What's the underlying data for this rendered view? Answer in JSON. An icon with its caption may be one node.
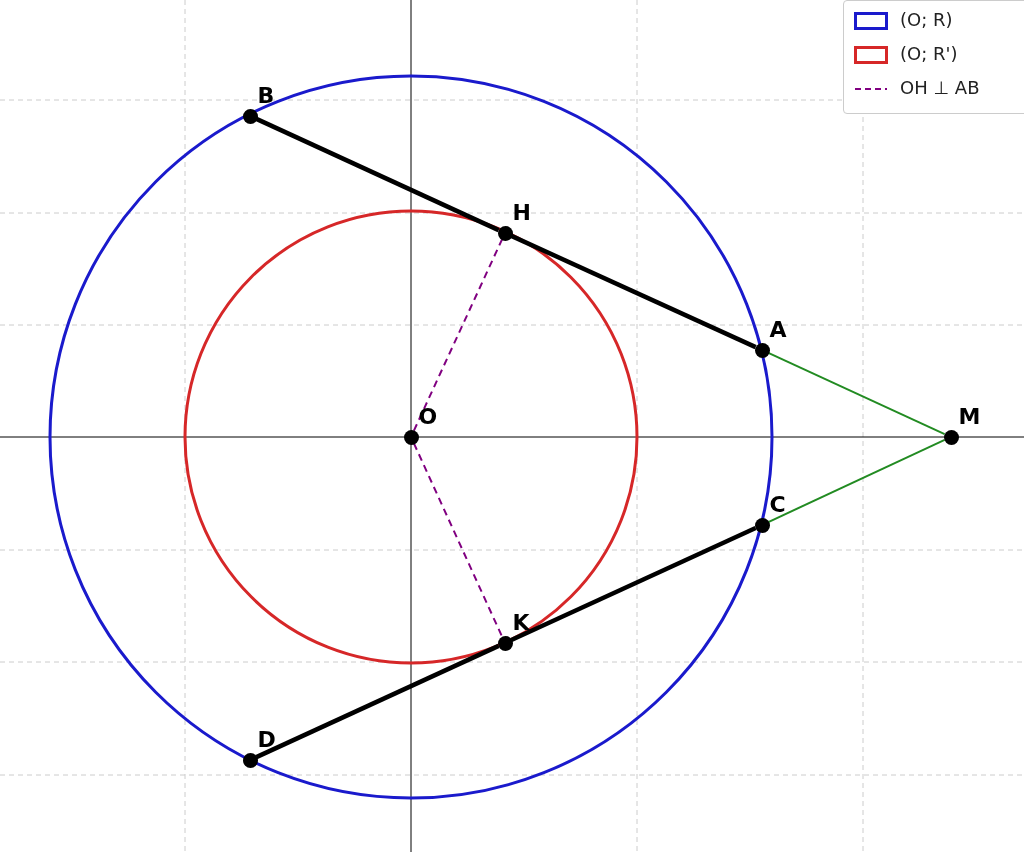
{
  "diagram": {
    "nodes": [
      {
        "text": [
          "B"
        ]
      },
      {
        "text": [
          "H"
        ]
      },
      {
        "text": [
          "A"
        ]
      },
      {
        "text": [
          "O"
        ]
      },
      {
        "text": [
          "M"
        ]
      },
      {
        "text": [
          "C"
        ]
      },
      {
        "text": [
          "K"
        ]
      },
      {
        "text": [
          "D"
        ]
      }
    ],
    "edges": [
      {
        "from": 0,
        "to": 1,
        "arrow": "none",
        "style": "thick"
      },
      {
        "from": 1,
        "to": 2,
        "arrow": "none",
        "style": "thick"
      },
      {
        "from": 2,
        "to": 4,
        "arrow": "none",
        "color": "#228b22"
      },
      {
        "from": 5,
        "to": 4,
        "arrow": "none",
        "color": "#228b22"
      },
      {
        "from": 7,
        "to": 6,
        "arrow": "none",
        "style": "thick"
      },
      {
        "from": 6,
        "to": 5,
        "arrow": "none",
        "style": "thick"
      },
      {
        "from": 3,
        "to": 1,
        "arrow": "none",
        "style": "dashed",
        "color": "#800080"
      },
      {
        "from": 3,
        "to": 6,
        "arrow": "none",
        "style": "dashed",
        "color": "#800080"
      }
    ],
    "legend": [
      {
        "text": "(O; R)",
        "color": "#1a1acc"
      },
      {
        "text": "(O; R')",
        "color": "#d62728"
      },
      {
        "text": "OH ⊥ AB"
      }
    ]
  }
}
